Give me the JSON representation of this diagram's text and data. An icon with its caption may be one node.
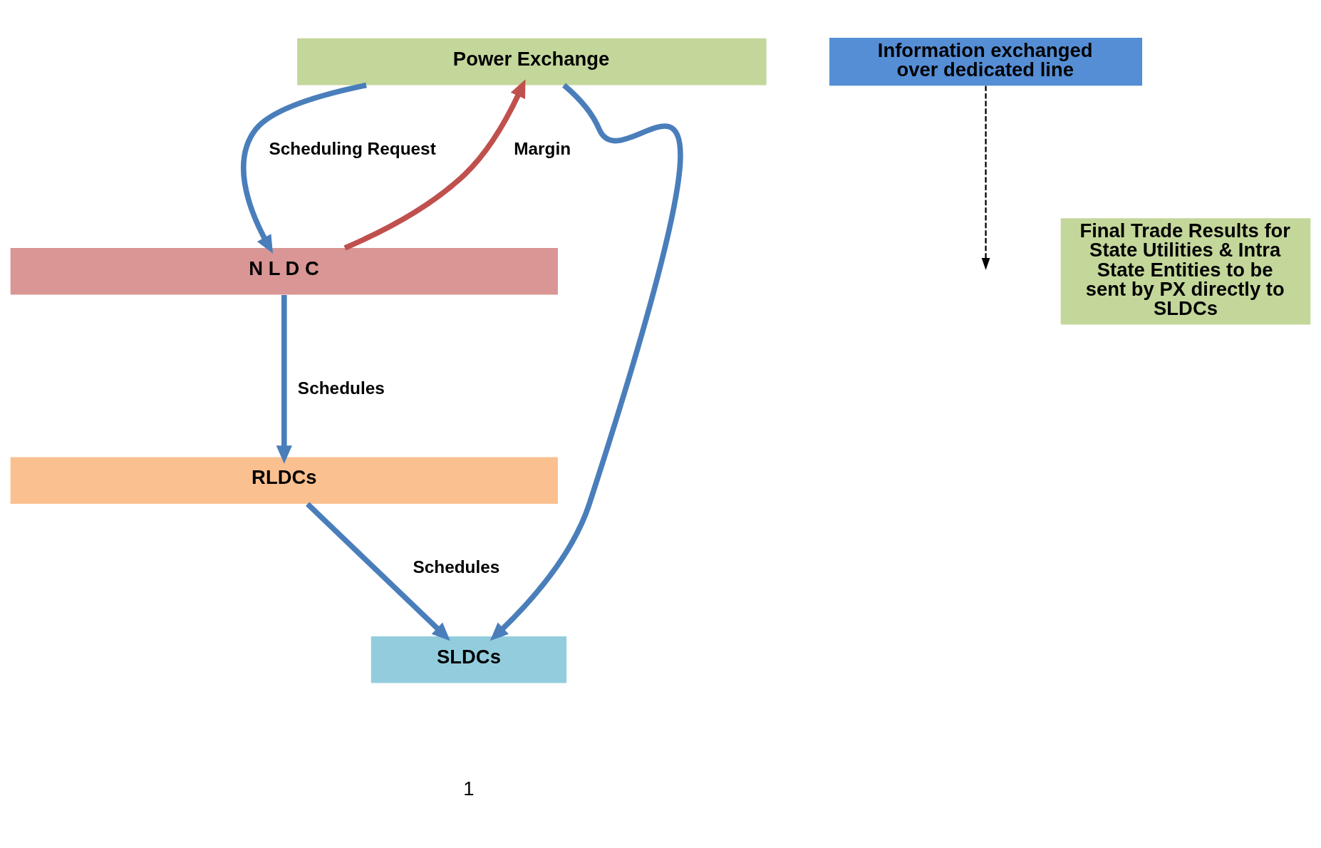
{
  "diagram": {
    "nodes": [
      {
        "text": [
          "Power Exchange"
        ]
      },
      {
        "text": [
          "Information exchanged over dedicated line"
        ]
      },
      {
        "text": [
          "N L D C"
        ]
      },
      {
        "text": [
          "RLDCs"
        ]
      },
      {
        "text": [
          "SLDCs"
        ]
      },
      {
        "text": [
          "Final Trade Results for State Utilities & Intra State Entities to be sent by PX directly to SLDCs"
        ]
      }
    ],
    "edges": [
      {
        "from": 2,
        "to": 0,
        "arrow": "to",
        "label": "Margin",
        "color": "#c0504d"
      },
      {
        "from": 0,
        "to": 2,
        "arrow": "to",
        "label": "Scheduling Request"
      },
      {
        "from": 2,
        "to": 3,
        "arrow": "to",
        "label": "Schedules"
      },
      {
        "from": 3,
        "to": 4,
        "arrow": "to",
        "label": "Schedules"
      },
      {
        "from": 0,
        "to": 4,
        "arrow": "to"
      },
      {
        "from": 1,
        "to": null,
        "arrow": "to",
        "style": "dashed",
        "color": "#000000"
      }
    ],
    "labels": [
      "1"
    ]
  }
}
